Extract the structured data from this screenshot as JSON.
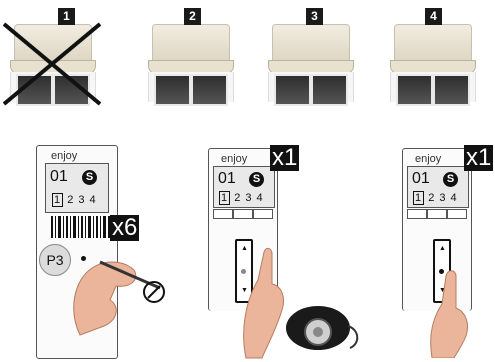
{
  "steps": [
    {
      "number": "1",
      "crossed": true
    },
    {
      "number": "2",
      "crossed": false
    },
    {
      "number": "3",
      "crossed": false
    },
    {
      "number": "4",
      "crossed": false
    }
  ],
  "remotes": [
    {
      "brand": "enjoy",
      "channel": "01",
      "s_badge": "S",
      "slot_first": "1",
      "slots_rest": "2 3 4",
      "multiplier": "x6",
      "button_label": "P3"
    },
    {
      "brand": "enjoy",
      "channel": "01",
      "s_badge": "S",
      "slot_first": "1",
      "slots_rest": "2 3 4",
      "multiplier": "x1"
    },
    {
      "brand": "enjoy",
      "channel": "01",
      "s_badge": "S",
      "slot_first": "1",
      "slots_rest": "2 3 4",
      "multiplier": "x1"
    }
  ],
  "icons": [
    "cross-mark-icon",
    "barcode-icon",
    "pen-icon",
    "motor-icon",
    "hand-icon"
  ]
}
